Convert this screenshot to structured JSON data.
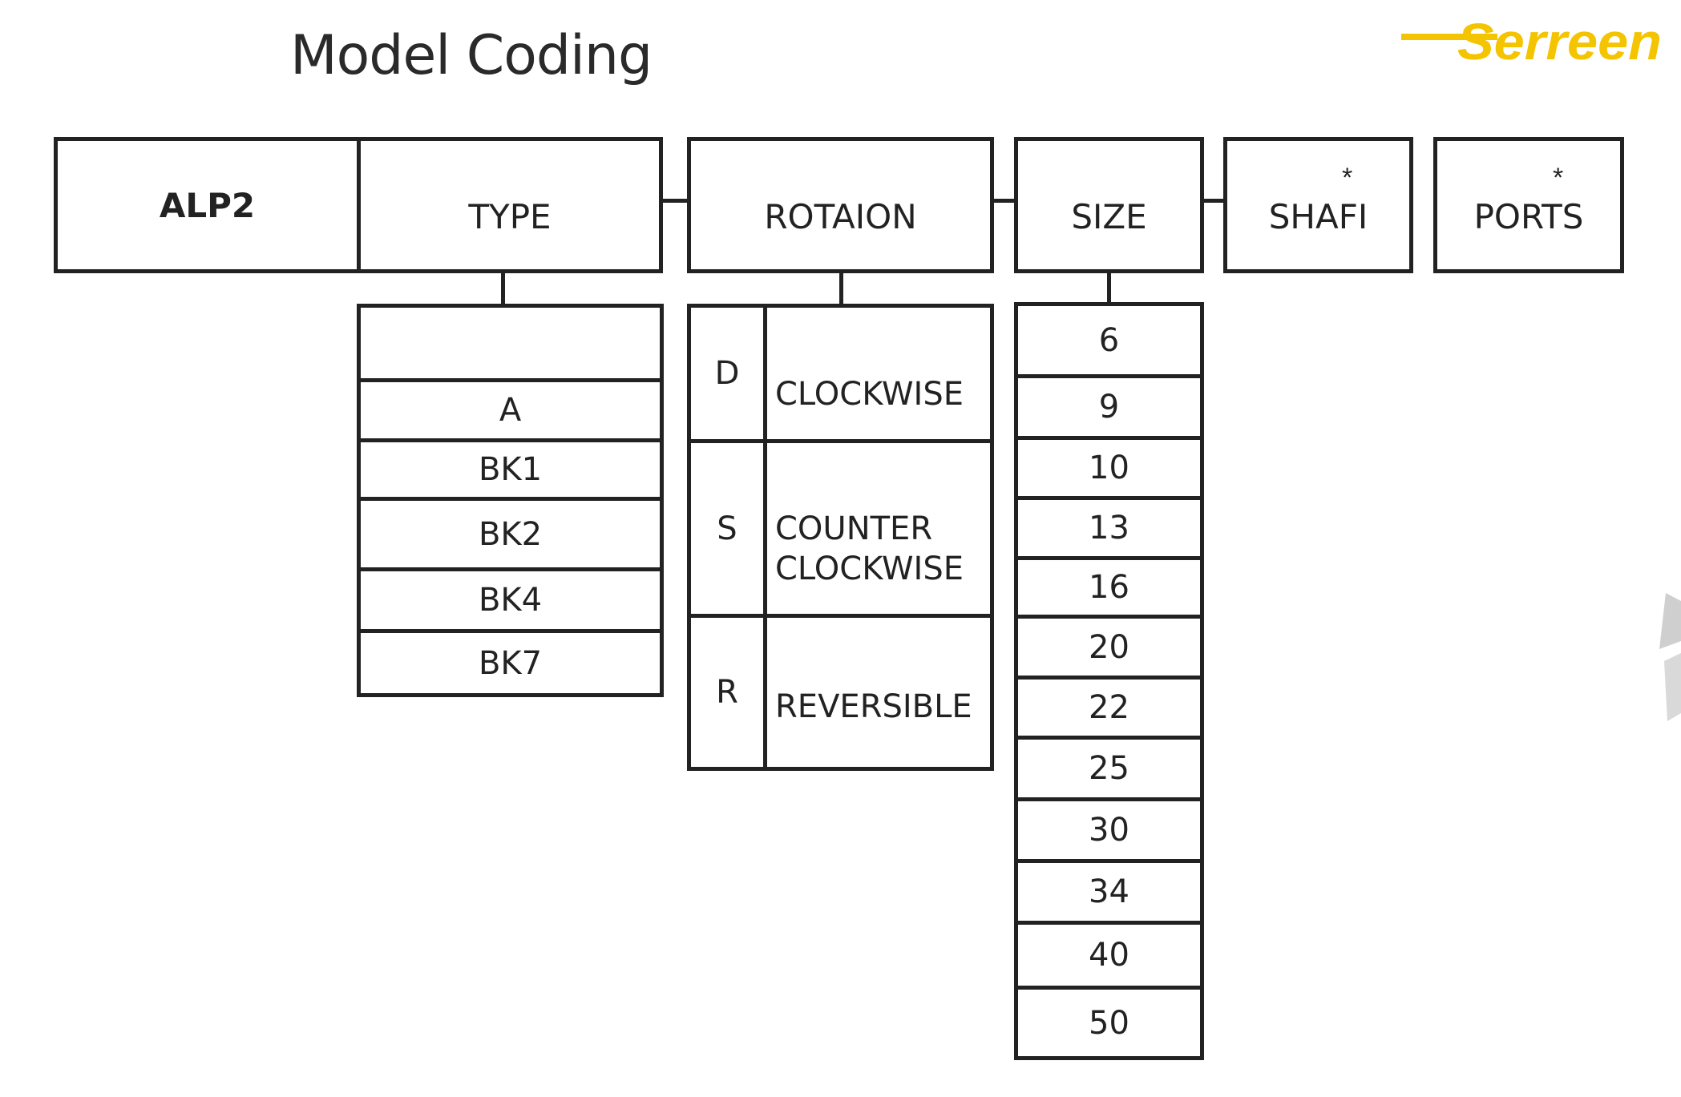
{
  "title": "Model Coding",
  "logo": {
    "text": "Serreen",
    "color": "#f5c400"
  },
  "header": {
    "brand": "ALP2",
    "fields": [
      {
        "label": "TYPE",
        "marker": ""
      },
      {
        "label": "ROTAION",
        "marker": ""
      },
      {
        "label": "SIZE",
        "marker": ""
      },
      {
        "label": "SHAFI",
        "marker": "*"
      },
      {
        "label": "PORTS",
        "marker": "*"
      }
    ]
  },
  "type_options": [
    "",
    "A",
    "BK1",
    "BK2",
    "BK4",
    "BK7"
  ],
  "rotation_options": [
    {
      "code": "D",
      "desc_lines": [
        "CLOCKWISE"
      ]
    },
    {
      "code": "S",
      "desc_lines": [
        "COUNTER",
        "CLOCKWISE"
      ]
    },
    {
      "code": "R",
      "desc_lines": [
        "REVERSIBLE"
      ]
    }
  ],
  "size_options": [
    "6",
    "9",
    "10",
    "13",
    "16",
    "20",
    "22",
    "25",
    "30",
    "34",
    "40",
    "50"
  ],
  "colors": {
    "line": "#222222",
    "accent": "#f5c400"
  }
}
